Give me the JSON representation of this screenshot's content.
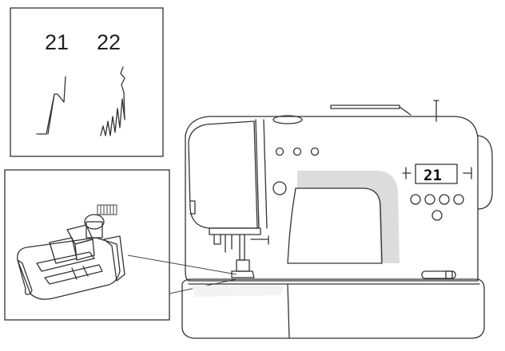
{
  "pattern_panel": {
    "patterns": [
      {
        "number": "21",
        "icon": "zigzag-stitch-icon"
      },
      {
        "number": "22",
        "icon": "serpentine-stitch-icon"
      }
    ]
  },
  "machine": {
    "display_value": "21",
    "icons": [
      "sewing-machine-icon",
      "presser-foot-icon"
    ]
  },
  "colors": {
    "line": "#333333",
    "body_shade": "#e2e2e2",
    "arm_shade": "#d8d8d8",
    "background": "#ffffff"
  }
}
